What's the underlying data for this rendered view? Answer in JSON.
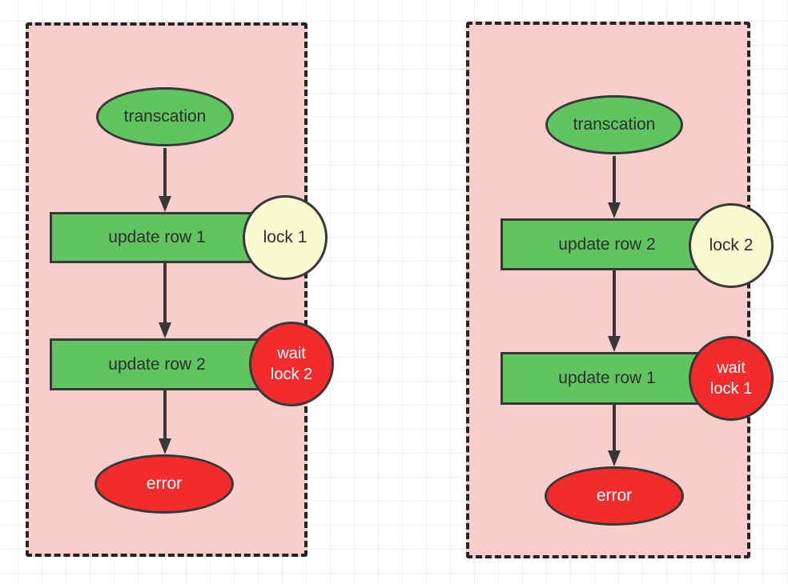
{
  "diagram": {
    "title_hint": "two concurrent transactions deadlock flow",
    "colors": {
      "background": "#ffffff",
      "grid_line": "#efefef",
      "panel_fill": "#f8cecc",
      "panel_border": "#242424",
      "node_green": "#60c560",
      "node_red": "#f22b2d",
      "node_yellow": "#fafad2",
      "stroke": "#383838"
    },
    "panels": [
      {
        "start_label": "transcation",
        "step1_label": "update row 1",
        "lock1_label": "lock 1",
        "step2_label": "update row 2",
        "wait_line1": "wait",
        "wait_line2": "lock 2",
        "end_label": "error"
      },
      {
        "start_label": "transcation",
        "step1_label": "update row 2",
        "lock1_label": "lock 2",
        "step2_label": "update row 1",
        "wait_line1": "wait",
        "wait_line2": "lock 1",
        "end_label": "error"
      }
    ]
  }
}
